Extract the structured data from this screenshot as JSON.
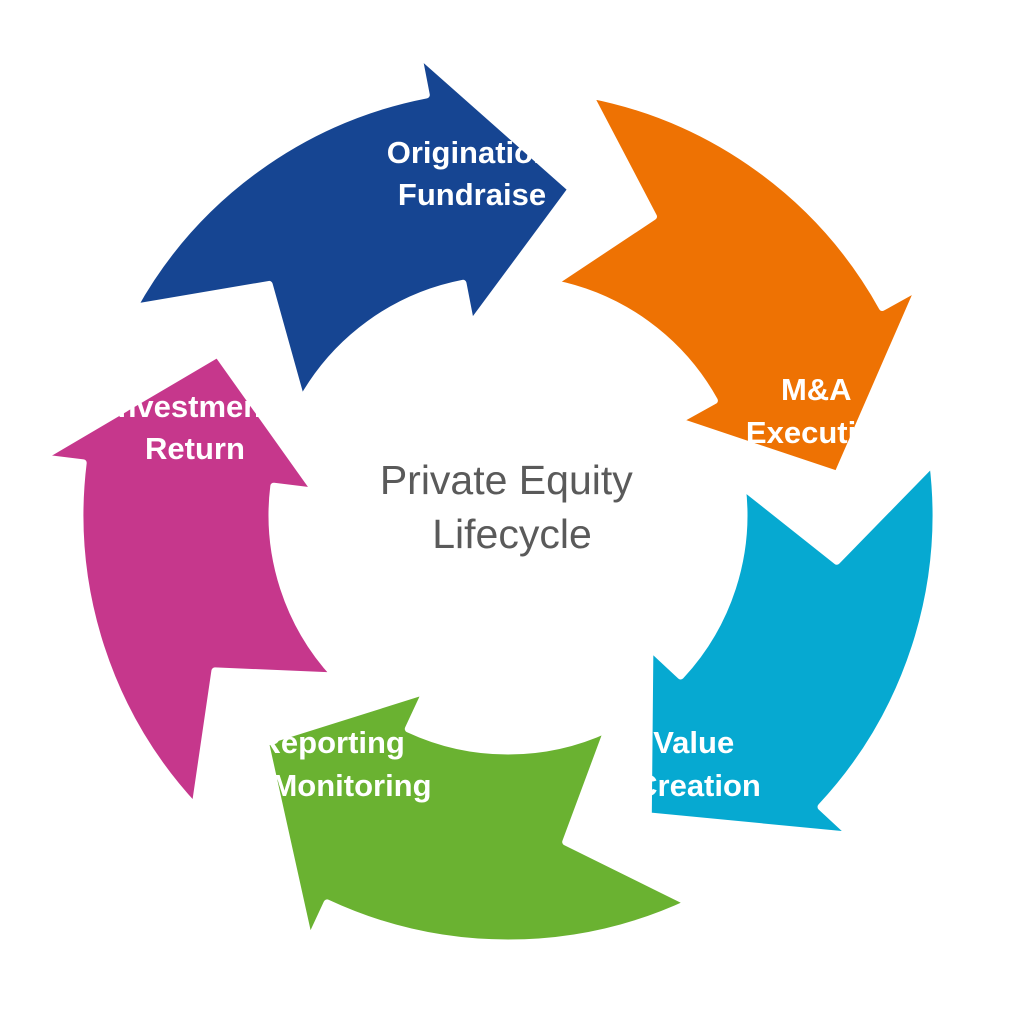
{
  "center": {
    "line1": "Private Equity",
    "line2": "Lifecycle"
  },
  "segments": [
    {
      "id": "origination",
      "line1": "Origination/",
      "line2": "Fundraise",
      "color": "#164592"
    },
    {
      "id": "ma-execution",
      "line1": "M&A",
      "line2": "Execution",
      "color": "#ee7203"
    },
    {
      "id": "value-creation",
      "line1": "Value",
      "line2": "Creation",
      "color": "#06a9d1"
    },
    {
      "id": "reporting-monitoring",
      "line1": "Reporting",
      "line2": "& Monitoring",
      "color": "#6ab231"
    },
    {
      "id": "investment-return",
      "line1": "Investment",
      "line2": "Return",
      "color": "#c6378c"
    }
  ],
  "colors": {
    "background": "#ffffff",
    "center_text": "#5a5a5a",
    "segment_text": "#ffffff",
    "separator": "#ffffff"
  }
}
